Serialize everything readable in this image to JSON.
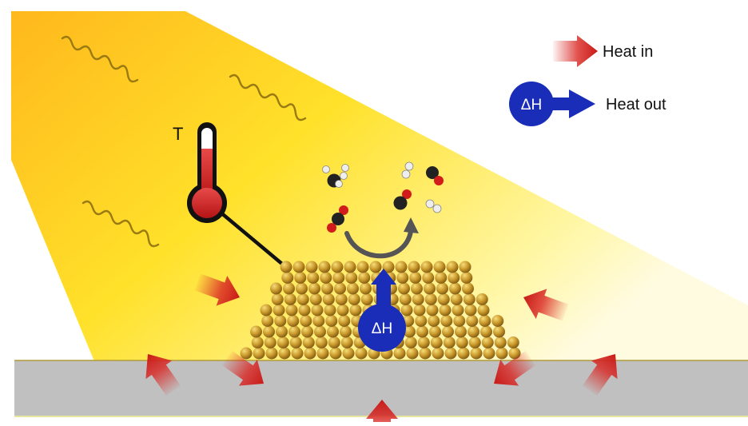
{
  "legend": {
    "heat_in_label": "Heat in",
    "heat_out_label": "Heat out",
    "delta_h_symbol": "ΔH"
  },
  "thermometer": {
    "label": "T"
  },
  "particle": {
    "delta_h_symbol": "ΔH"
  },
  "colors": {
    "light_beam": "#ffd21e",
    "substrate": "#c0c0c0",
    "heat_in_arrow": "#d92622",
    "heat_out": "#1a2db8",
    "gold_atom": "#c8972a",
    "thermometer_fill": "#c41d1d"
  },
  "icons": [
    "light-wave-icon",
    "thermometer-icon",
    "heat-in-arrow-icon",
    "heat-out-icon",
    "molecule-icon",
    "reaction-arrow-icon"
  ]
}
